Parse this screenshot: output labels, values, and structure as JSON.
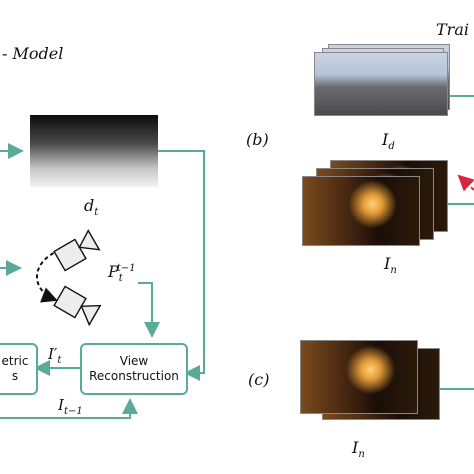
{
  "labels": {
    "model": "- Model",
    "train": "Trai",
    "b": "(b)",
    "c": "(c)",
    "dt": "d",
    "dt_sub": "t",
    "id": "I",
    "id_sub": "d",
    "in1": "I",
    "in1_sub": "n",
    "in2": "I",
    "in2_sub": "n",
    "pt": "P",
    "pt_sub": "t",
    "pt_sup": "t−1",
    "itprime": "I′",
    "itprime_sub": "t",
    "itm1": "I",
    "itm1_sub": "t−1"
  },
  "boxes": {
    "view_recon": "View Reconstruction",
    "photometric": "etric\ns"
  },
  "colors": {
    "arrow": "#5aaa9a",
    "red": "#d7263d"
  }
}
